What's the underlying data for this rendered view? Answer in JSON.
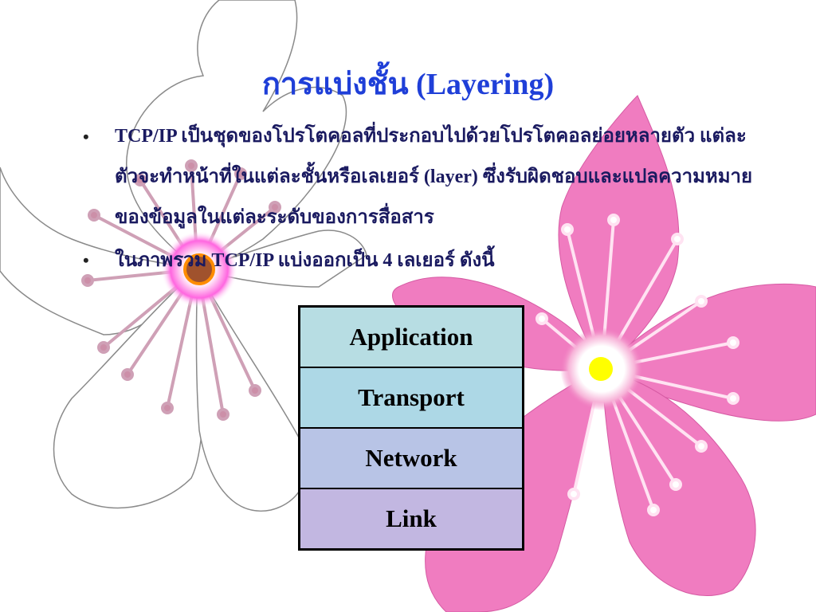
{
  "slide": {
    "title": "การแบ่งชั้น (Layering)",
    "bullets": [
      "TCP/IP เป็นชุดของโปรโตคอลที่ประกอบไปด้วยโปรโตคอลย่อยหลายตัว แต่ละตัวจะทำหน้าที่ในแต่ละชั้นหรือเลเยอร์ (layer) ซึ่งรับผิดชอบและแปลความหมายของข้อมูลในแต่ละระดับของการสื่อสาร",
      "ในภาพรวม TCP/IP แบ่งออกเป็น 4 เลเยอร์ ดังนี้"
    ],
    "bullet_symbol": "•"
  },
  "layers": [
    {
      "name": "Application",
      "color": "#b7dde3"
    },
    {
      "name": "Transport",
      "color": "#add8e6"
    },
    {
      "name": "Network",
      "color": "#b8c4e6"
    },
    {
      "name": "Link",
      "color": "#c2b7e1"
    }
  ],
  "colors": {
    "title": "#1f3fd8",
    "pink_flower": "#f07cc0",
    "white_flower_outline": "#999999",
    "stamen_white_flower": "#cc8fa8",
    "flower_center_yellow": "#ffff00",
    "flower_center_brown": "#a0522d"
  }
}
